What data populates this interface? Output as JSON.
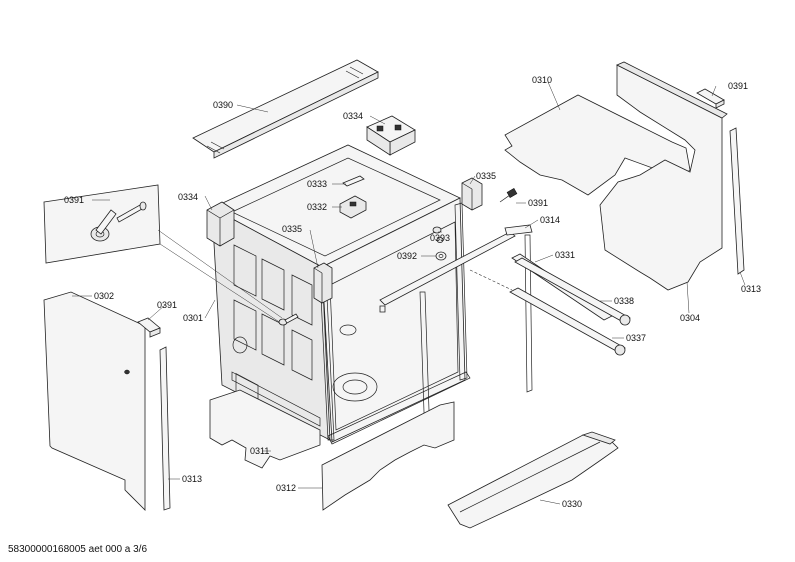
{
  "footer": {
    "code": "58300000168005 aet 000 a 3/6"
  },
  "labels": {
    "p0390": "0390",
    "p0334a": "0334",
    "p0334b": "0334",
    "p0333": "0333",
    "p0332": "0332",
    "p0310": "0310",
    "p0391a": "0391",
    "p0391b": "0391",
    "p0391c": "0391",
    "p0391d": "0391",
    "p0335a": "0335",
    "p0335b": "0335",
    "p0314": "0314",
    "p0393": "0393",
    "p0392": "0392",
    "p0331": "0331",
    "p0338": "0338",
    "p0337": "0337",
    "p0304": "0304",
    "p0313a": "0313",
    "p0313b": "0313",
    "p0302": "0302",
    "p0301": "0301",
    "p0311": "0311",
    "p0312": "0312",
    "p0330": "0330"
  }
}
